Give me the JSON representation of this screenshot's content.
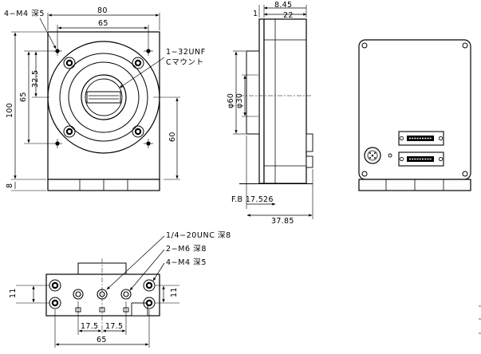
{
  "front_view": {
    "width": "80",
    "hole_spacing_h": "65",
    "height": "100",
    "hole_spacing_v": "65",
    "half_spacing": "32.5",
    "lower_offset": "60",
    "base_height": "8",
    "hole_note": "4−M4 深5",
    "thread_note": "1−32UNF",
    "mount_note": "Cマウント"
  },
  "side_view": {
    "flange_offset": "8.45",
    "flange_thickness": "1",
    "body_depth": "22",
    "outer_diameter": "φ60",
    "inner_diameter": "φ30",
    "flange_back": "F.B 17.526",
    "overall_depth": "37.85"
  },
  "bottom_view": {
    "tripod_note": "1/4−20UNC 深8",
    "m6_note": "2−M6 深8",
    "m4_note": "4−M4 深5",
    "left_height": "11",
    "right_height": "11",
    "spacing_left": "17.5",
    "spacing_right": "17.5",
    "overall_width": "65"
  }
}
